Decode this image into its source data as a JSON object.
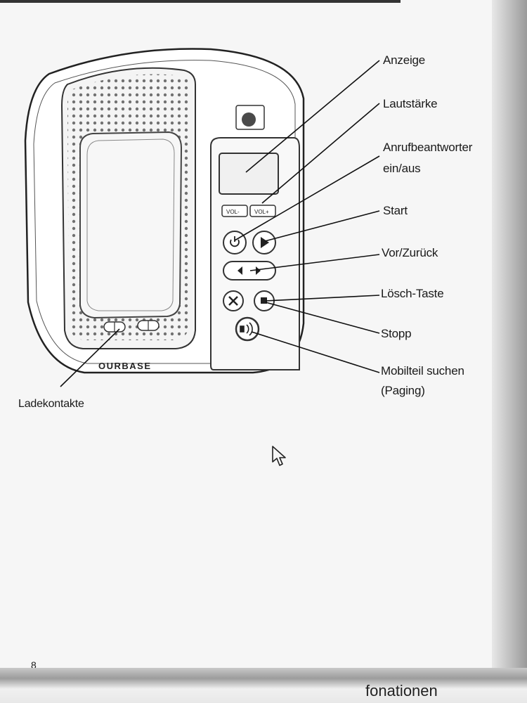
{
  "diagram": {
    "device_brand": "OURBASE",
    "volume_buttons": [
      "VOL-",
      "VOL+"
    ],
    "labels": {
      "display": "Anzeige",
      "volume": "Lautstärke",
      "answering_machine": "Anrufbeantworter",
      "answering_machine_line2": "ein/aus",
      "start": "Start",
      "forward_back": "Vor/Zurück",
      "delete": "Lösch-Taste",
      "stop": "Stopp",
      "find_handset": "Mobilteil suchen",
      "find_handset_line2": "(Paging)",
      "charging_contacts": "Ladekontakte"
    }
  },
  "page": {
    "number": "8",
    "next_page_text": "fonationen"
  }
}
